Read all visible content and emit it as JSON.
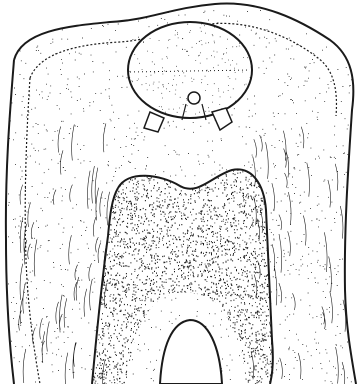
{
  "diagram": {
    "subject": "tooth-cross-section",
    "style": "monochrome-stipple",
    "ink_color": "#1a1a1a",
    "paper_color": "#ffffff",
    "parts": [
      {
        "id": "enamel",
        "icon": "enamel-layer"
      },
      {
        "id": "dentin",
        "icon": "dentin-tubules"
      },
      {
        "id": "pulp",
        "icon": "pulp-chamber"
      },
      {
        "id": "restoration",
        "icon": "round-filling"
      },
      {
        "id": "pins",
        "icon": "retention-pins"
      },
      {
        "id": "root-canal-gap",
        "icon": "root-bifurcation"
      }
    ]
  }
}
